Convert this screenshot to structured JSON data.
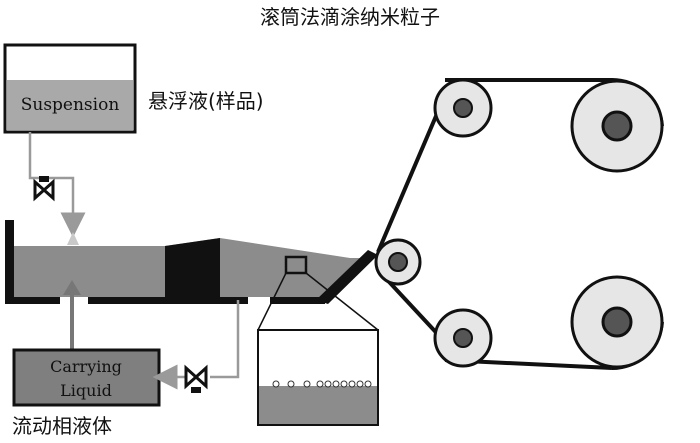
{
  "title": "滚筒法滴涂纳米粒子",
  "suspension": {
    "box_label": "Suspension",
    "caption": "悬浮液(样品)"
  },
  "carrying": {
    "box_label_line1": "Carrying",
    "box_label_line2": "Liquid",
    "caption": "流动相液体"
  },
  "icons": [
    "valve-icon",
    "roller-icon"
  ],
  "colors": {
    "liquid": "#8c8c8c",
    "dark": "#111111",
    "pipe": "#9a9a9a",
    "roller_face": "#e6e6e6",
    "roller_core": "#555555"
  }
}
